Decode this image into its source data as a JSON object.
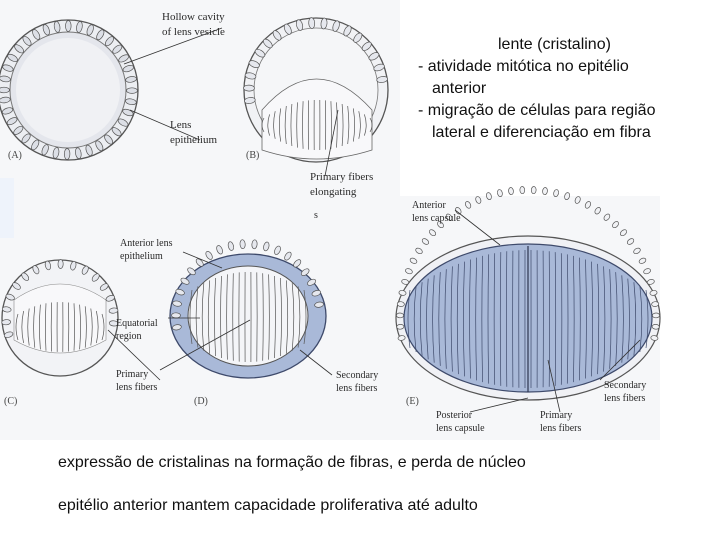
{
  "side_note": {
    "title": "lente (cristalino)",
    "line1": "- atividade mitótica no epitélio",
    "line1b": "anterior",
    "line2": "- migração de células para região",
    "line2b": "lateral e diferenciação em fibra"
  },
  "captions": {
    "cap1": "expressão de cristalinas na formação de fibras, e perda de núcleo",
    "cap2": "epitélio anterior mantem capacidade proliferativa até adulto"
  },
  "figure_labels": {
    "hollow1": "Hollow cavity",
    "hollow2": "of lens vesicle",
    "lensepi1": "Lens",
    "lensepi2": "epithelium",
    "primary_elong1": "Primary fibers",
    "primary_elong2": "elongating",
    "ant_epi1": "Anterior lens",
    "ant_epi2": "epithelium",
    "equatorial1": "Equatorial",
    "equatorial2": "region",
    "primary1": "Primary",
    "primary2": "lens fibers",
    "secondary_d1": "Secondary",
    "secondary_d2": "lens fibers",
    "ant_capsule1": "Anterior",
    "ant_capsule2": "lens capsule",
    "secondary_e1": "Secondary",
    "secondary_e2": "lens fibers",
    "post_capsule1": "Posterior",
    "post_capsule2": "lens capsule",
    "primary_e1": "Primary",
    "primary_e2": "lens fibers",
    "stray": "s",
    "panel_a": "(A)",
    "panel_b": "(B)",
    "panel_c": "(C)",
    "panel_d": "(D)",
    "panel_e": "(E)"
  },
  "colors": {
    "fiber_fill": "#a9b9d8",
    "paper": "#f7f8fa"
  }
}
